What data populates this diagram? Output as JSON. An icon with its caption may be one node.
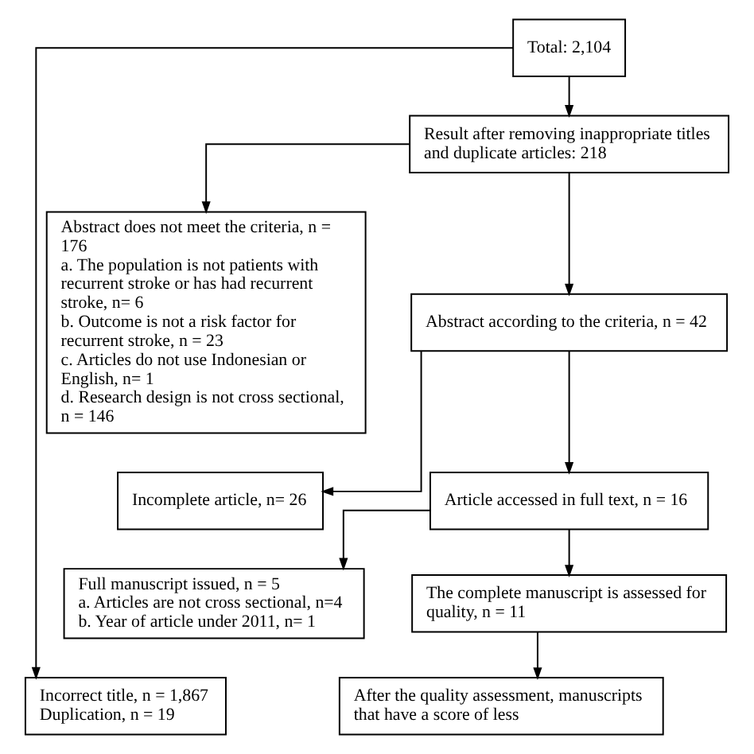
{
  "diagram": {
    "nodes": [
      {
        "text": [
          "Total: 2,104"
        ]
      },
      {
        "text": [
          "Incorrect title, n = 1,867",
          "Duplication, n = 19"
        ]
      },
      {
        "text": [
          "Result after removing inappropriate titles and duplicate articles: 218"
        ]
      },
      {
        "text": [
          "Abstract does not meet the criteria, n = 176",
          "a. The population is not patients with recurrent stroke or has had recurrent stroke, n= 6",
          "b. Outcome is not a risk factor for recurrent stroke, n = 23",
          "c. Articles do not use Indonesian or English, n= 1",
          "d. Research design is not cross sectional, n = 146"
        ]
      },
      {
        "text": [
          "Abstract according to the criteria, n = 42"
        ]
      },
      {
        "text": [
          "Incomplete article, n= 26"
        ]
      },
      {
        "text": [
          "Article accessed in full text, n = 16"
        ]
      },
      {
        "text": [
          "Full manuscript issued, n = 5",
          "a. Articles are not cross sectional, n=4",
          "b. Year of article under 2011, n= 1"
        ]
      },
      {
        "text": [
          "The complete manuscript is assessed for quality, n = 11"
        ]
      },
      {
        "text": [
          "After the quality assessment, manuscripts that have a score of less"
        ]
      }
    ],
    "edges": [
      {
        "from": 0,
        "to": 1,
        "arrow": "to"
      },
      {
        "from": 0,
        "to": 2,
        "arrow": "to"
      },
      {
        "from": 2,
        "to": 3,
        "arrow": "to"
      },
      {
        "from": 2,
        "to": 4,
        "arrow": "to"
      },
      {
        "from": 4,
        "to": 5,
        "arrow": "to"
      },
      {
        "from": 4,
        "to": 6,
        "arrow": "to"
      },
      {
        "from": 6,
        "to": 7,
        "arrow": "to"
      },
      {
        "from": 6,
        "to": 8,
        "arrow": "to"
      },
      {
        "from": 8,
        "to": 9,
        "arrow": "to"
      }
    ]
  }
}
